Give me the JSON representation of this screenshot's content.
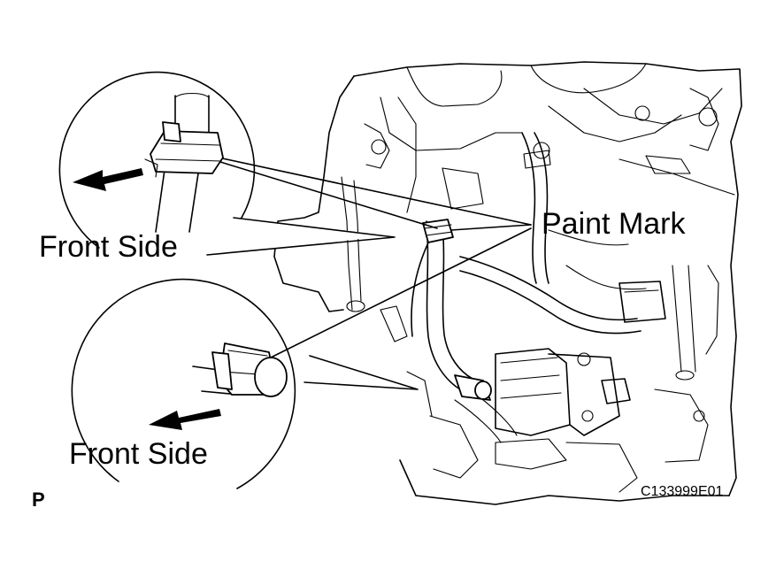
{
  "labels": {
    "paint_mark": "Paint Mark",
    "front_side_top": "Front Side",
    "front_side_bottom": "Front Side",
    "view_letter": "P",
    "figure_code": "C133999E01"
  },
  "icons": {
    "arrow_top": "front-direction-arrow-icon",
    "arrow_bottom": "front-direction-arrow-icon"
  }
}
